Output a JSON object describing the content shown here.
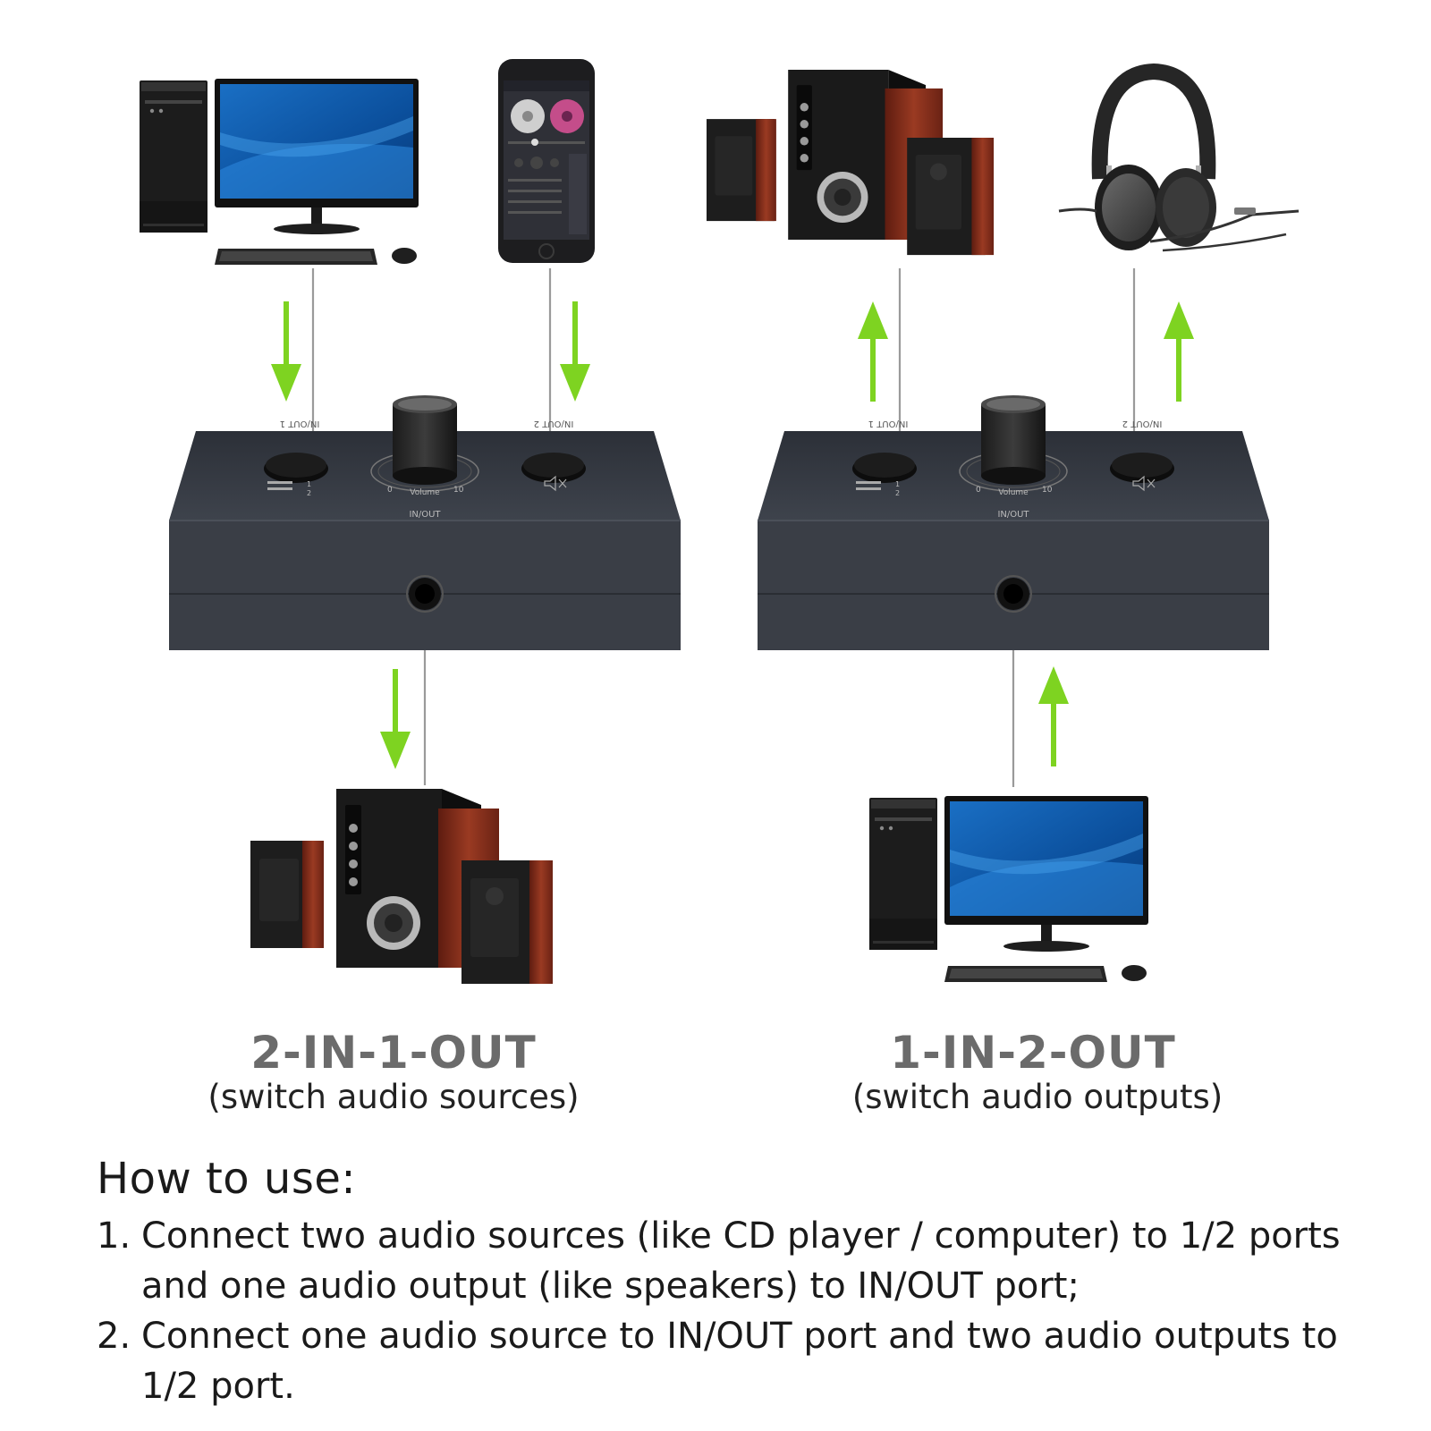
{
  "devices": {
    "left_input_1": "computer-icon",
    "left_input_2": "smartphone-icon",
    "left_output": "speaker-set-icon",
    "right_output_1": "speaker-set-icon",
    "right_output_2": "headphones-icon",
    "right_input": "computer-icon"
  },
  "switch": {
    "port_label_1": "IN/OUT 1",
    "port_label_2": "IN/OUT 2",
    "inout_label": "IN/OUT",
    "volume_label": "Volume",
    "volume_min": "0",
    "volume_max": "10",
    "selector_1": "1",
    "selector_2": "2"
  },
  "colors": {
    "arrow": "#7ed321",
    "switch_body": "#3a3e46",
    "speaker_wood": "#8a2e1c"
  },
  "modes": {
    "left": {
      "title": "2-IN-1-OUT",
      "subtitle": "(switch audio sources)"
    },
    "right": {
      "title": "1-IN-2-OUT",
      "subtitle": "(switch audio outputs)"
    }
  },
  "how_to": {
    "heading": "How to use:",
    "steps": [
      {
        "num": "1.",
        "text": "Connect two audio sources (like CD player / computer) to 1/2 ports and one audio output (like speakers) to IN/OUT port;"
      },
      {
        "num": "2.",
        "text": "Connect one audio source to IN/OUT port and two audio outputs to 1/2 port."
      }
    ]
  }
}
